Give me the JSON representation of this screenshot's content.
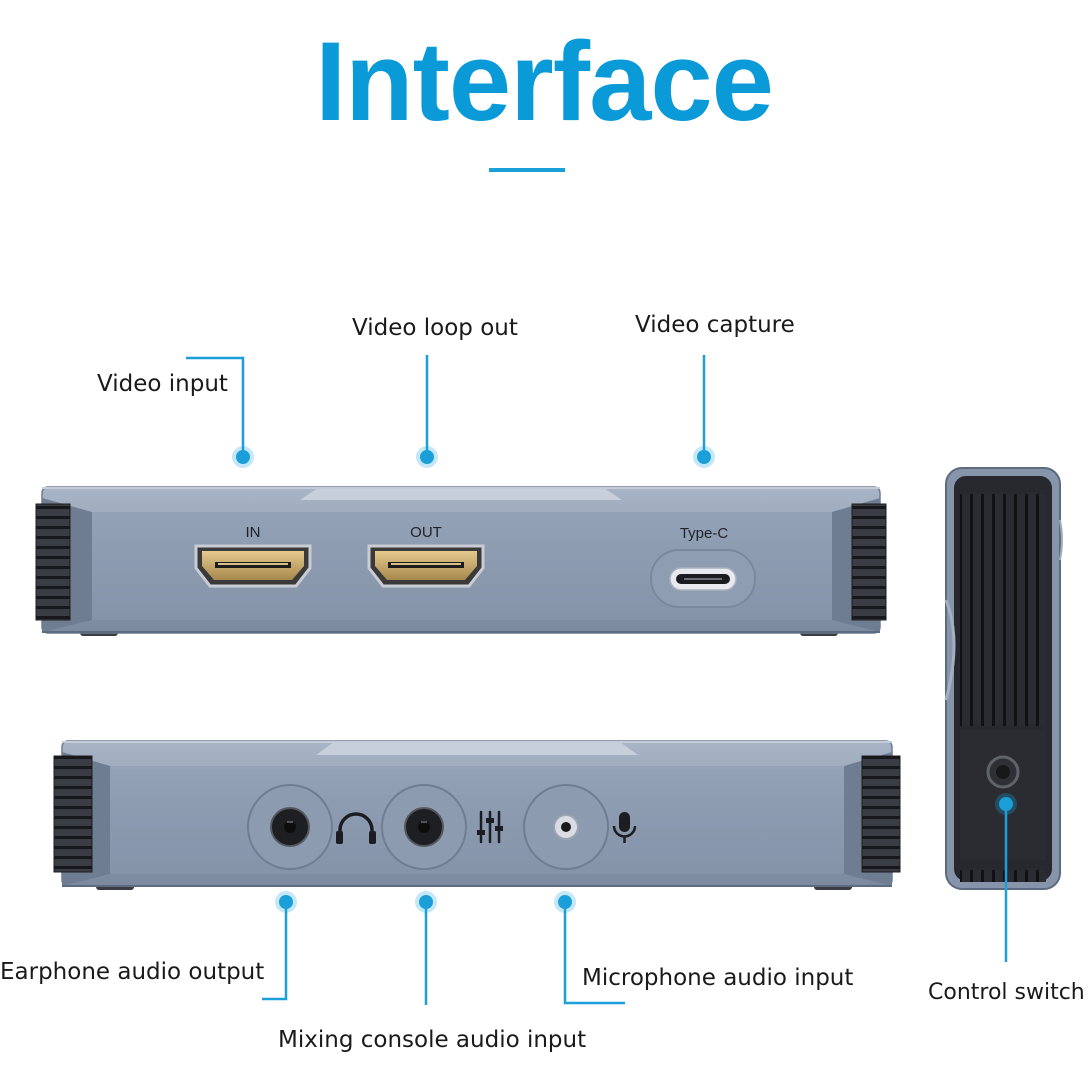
{
  "title": "Interface",
  "colors": {
    "accent": "#0a9ad8",
    "device_body": "#8d9cb2",
    "device_edge": "#5d6b80",
    "vent": "#2b2d31"
  },
  "front_panel": {
    "port_labels": [
      "IN",
      "OUT",
      "Type-C"
    ],
    "callouts": [
      "Video input",
      "Video loop out",
      "Video capture"
    ]
  },
  "back_panel": {
    "icons": [
      "headphones-icon",
      "mixer-sliders-icon",
      "microphone-icon"
    ],
    "callouts": [
      "Earphone audio output",
      "Mixing console audio input",
      "Microphone audio input"
    ]
  },
  "side_panel": {
    "callout": "Control switch"
  }
}
